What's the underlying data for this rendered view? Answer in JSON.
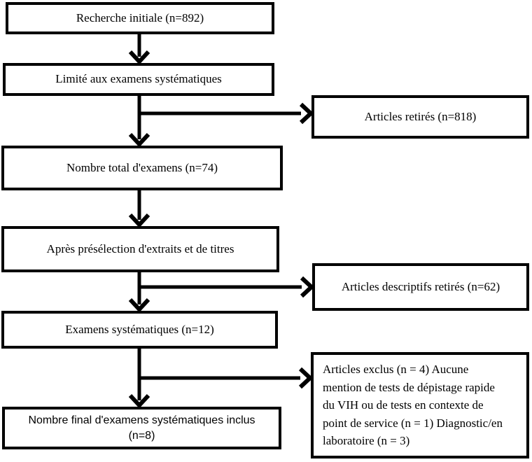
{
  "diagram": {
    "type": "flowchart",
    "language": "fr",
    "colors": {
      "ink": "#000000",
      "paper": "#ffffff"
    },
    "boxes": {
      "initial_search": {
        "label": "Recherche initiale (n=892)"
      },
      "limited_systematic": {
        "label": "Limité aux examens systématiques"
      },
      "articles_removed": {
        "label": "Articles retirés (n=818)"
      },
      "total_reviews": {
        "label": "Nombre total d'examens (n=74)"
      },
      "after_screening": {
        "label": "Après présélection d'extraits et de titres"
      },
      "descriptive_removed": {
        "label": "Articles descriptifs retirés (n=62)"
      },
      "systematic_reviews": {
        "label": "Examens systématiques (n=12)"
      },
      "articles_excluded": {
        "label": "Articles exclus (n = 4) Aucune\nmention de tests de dépistage rapide\ndu VIH ou de tests en contexte de\npoint de service (n = 1) Diagnostic/en\nlaboratoire (n = 3)"
      },
      "final_included": {
        "label": "Nombre final d'examens systématiques inclus\n(n=8)"
      }
    }
  }
}
